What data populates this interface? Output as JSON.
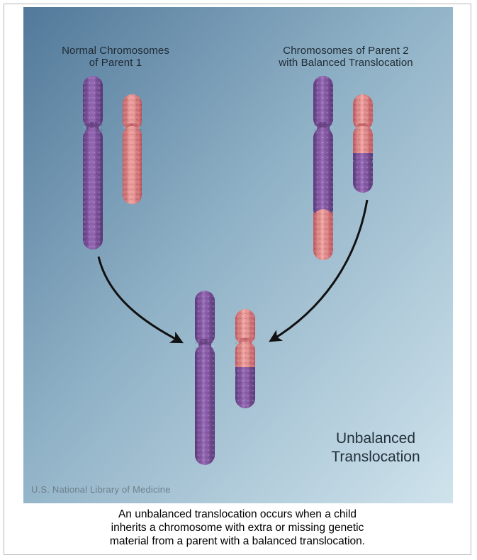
{
  "parent1_label": [
    "Normal Chromosomes",
    "of Parent 1"
  ],
  "parent2_label": [
    "Chromosomes of Parent 2",
    "with Balanced Translocation"
  ],
  "result_label": [
    "Unbalanced",
    "Translocation"
  ],
  "credit": "U.S. National Library of Medicine",
  "caption": [
    "An unbalanced translocation occurs when a child",
    "inherits a chromosome with extra or missing genetic",
    "material from a parent with a balanced translocation."
  ],
  "colors": {
    "background_dark": "#5a83a2",
    "background_light": "#c9dfe8",
    "chromosome_purple": "#7d4f9b",
    "chromosome_pink": "#de8383",
    "arrow": "#111111"
  },
  "icons": [
    "chromosome-large-purple",
    "chromosome-small-pink",
    "curved-arrow"
  ]
}
